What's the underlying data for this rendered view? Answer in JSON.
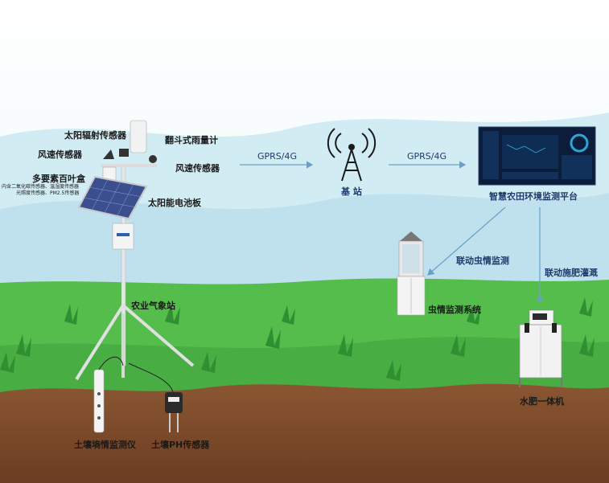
{
  "station": {
    "solar_radiation_sensor": "太阳辐射传感器",
    "rain_gauge": "翻斗式雨量计",
    "wind_direction_sensor": "风速传感器",
    "wind_speed_sensor": "风速传感器",
    "louver_box_title": "多要素百叶盒",
    "louver_box_note_1": "内含二氧化碳传感器、温湿度传感器",
    "louver_box_note_2": "光照度传感器、PM2.5传感器",
    "solar_panel": "太阳能电池板",
    "station_name": "农业气象站"
  },
  "ground": {
    "soil_moisture_meter": "土壤墒情监测仪",
    "soil_ph_sensor": "土壤PH传感器"
  },
  "network": {
    "link_1": "GPRS/4G",
    "link_2": "GPRS/4G",
    "base_station": "基  站",
    "platform": "智慧农田环境监测平台"
  },
  "devices": {
    "pest_link": "联动虫情监测",
    "pest_system": "虫情监测系统",
    "fertigation_link": "联动施肥灌溉",
    "fertigation_machine": "水肥一体机"
  },
  "colors": {
    "sky": "#dff3f8",
    "hills": "#bfe0ee",
    "grass": "#4fb848",
    "soil": "#7a4a2a",
    "arrow": "#6aa0c8"
  }
}
